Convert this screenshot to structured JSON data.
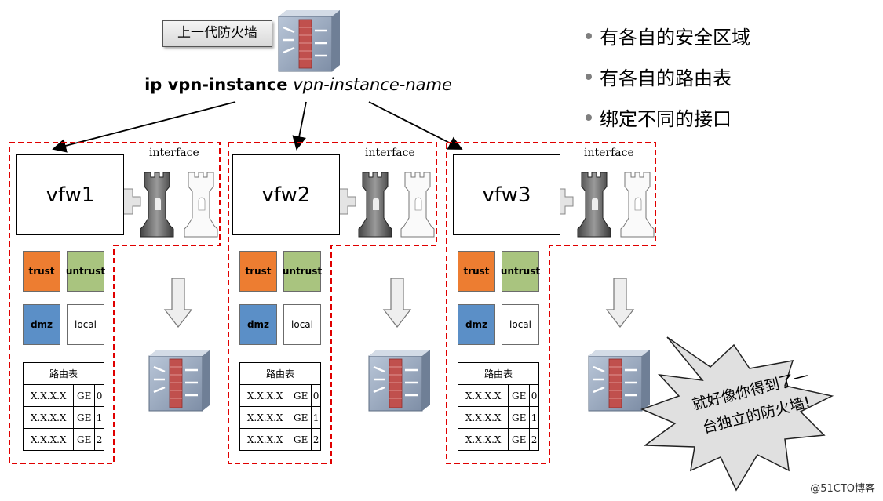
{
  "header": {
    "legacy_label": "上一代防火墙",
    "cmd_bold": "ip vpn-instance",
    "cmd_italic": "vpn-instance-name"
  },
  "bullets": [
    "有各自的安全区域",
    "有各自的路由表",
    "绑定不同的接口"
  ],
  "interface_label": "interface",
  "vfws": [
    {
      "name": "vfw1"
    },
    {
      "name": "vfw2"
    },
    {
      "name": "vfw3"
    }
  ],
  "zones": {
    "trust": "trust",
    "untrust": "untrust",
    "dmz": "dmz",
    "local": "local"
  },
  "routing_table": {
    "title": "路由表",
    "rows": [
      [
        "X.X.X.X",
        "GE",
        "0"
      ],
      [
        "X.X.X.X",
        "GE",
        "1"
      ],
      [
        "X.X.X.X",
        "GE",
        "2"
      ]
    ]
  },
  "callout": {
    "line1": "就好像你得到了一",
    "line2": "台独立的防火墙!"
  },
  "watermark": "@51CTO博客",
  "colors": {
    "dashed_border": "#e00000",
    "trust": "#ed7d31",
    "untrust": "#a9c47f",
    "dmz": "#5b8fc7"
  }
}
